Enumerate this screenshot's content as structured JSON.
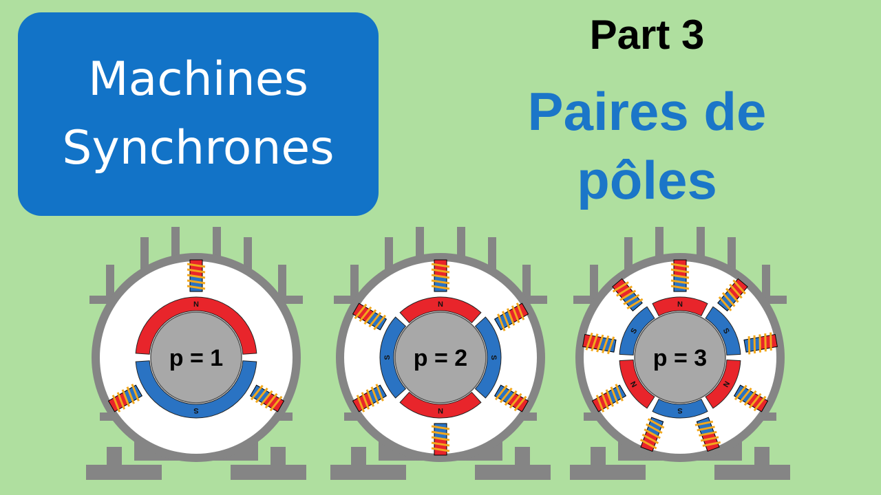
{
  "title": {
    "line1": "Machines",
    "line2": "Synchrones"
  },
  "part": "Part 3",
  "topic": {
    "line1": "Paires de",
    "line2": "pôles"
  },
  "machines": [
    {
      "label": "p = 1",
      "pole_pairs": 1
    },
    {
      "label": "p = 2",
      "pole_pairs": 2
    },
    {
      "label": "p = 3",
      "pole_pairs": 3
    }
  ],
  "pole_letters": {
    "north": "N",
    "south": "S"
  },
  "colors": {
    "background": "#afdf9f",
    "title_box": "#1273c7",
    "topic_text": "#1b76c8",
    "frame": "#858585",
    "north_pole": "#e8252b",
    "south_pole": "#2a73c3",
    "rotor_core": "#a8a8a8",
    "coil_wire": "#f2a81d"
  }
}
